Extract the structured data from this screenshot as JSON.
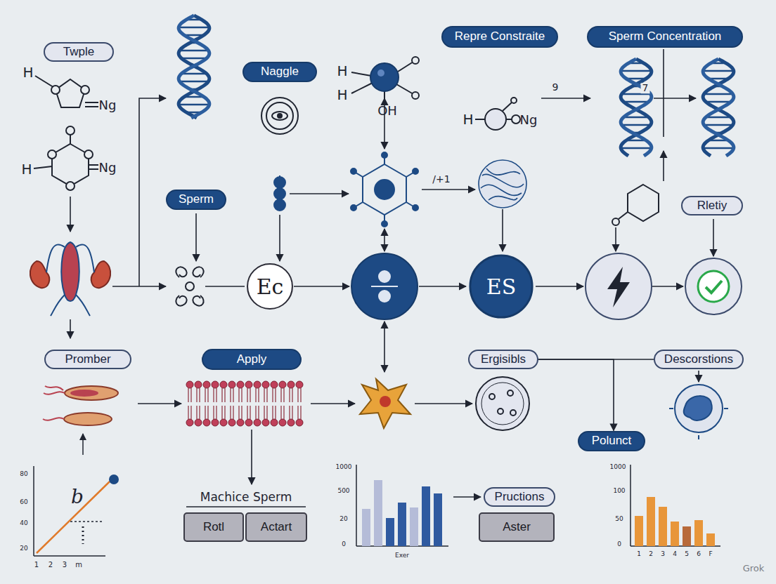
{
  "diagram": {
    "nodes": [
      {
        "text": [
          "Twple"
        ]
      },
      {
        "text": [
          "Naggle"
        ]
      },
      {
        "text": [
          "Repre Constraite"
        ]
      },
      {
        "text": [
          "Sperm Concentration"
        ]
      },
      {
        "text": [
          "Sperm"
        ]
      },
      {
        "text": [
          "Ec"
        ]
      },
      {
        "text": [
          "ES"
        ]
      },
      {
        "text": [
          "Rletiy"
        ]
      },
      {
        "text": [
          "Promber"
        ]
      },
      {
        "text": [
          "Apply"
        ]
      },
      {
        "text": [
          "Ergisibls"
        ]
      },
      {
        "text": [
          "Descorstions"
        ]
      },
      {
        "text": [
          "Polunct"
        ]
      },
      {
        "text": [
          "Rotl"
        ]
      },
      {
        "text": [
          "Actart"
        ]
      },
      {
        "text": [
          "Pructions"
        ]
      },
      {
        "text": [
          "Aster"
        ]
      }
    ],
    "edges": [
      {
        "from": 10,
        "to": 11,
        "arrow": "none"
      },
      {
        "from": 10,
        "to": 12,
        "arrow": "to"
      }
    ],
    "labels": [
      "H",
      "Ng",
      "H",
      "Ng",
      "H",
      "H",
      "OH",
      "H",
      "Ng",
      "/+1",
      "9",
      "7",
      "Machice Sperm",
      "80",
      "60",
      "40",
      "20",
      "1",
      "2",
      "3",
      "m",
      "b",
      "1000",
      "500",
      "20",
      "0",
      "Exer",
      "1000",
      "100",
      "50",
      "0",
      "1",
      "2",
      "3",
      "4",
      "5",
      "6",
      "F",
      "Grok"
    ]
  }
}
